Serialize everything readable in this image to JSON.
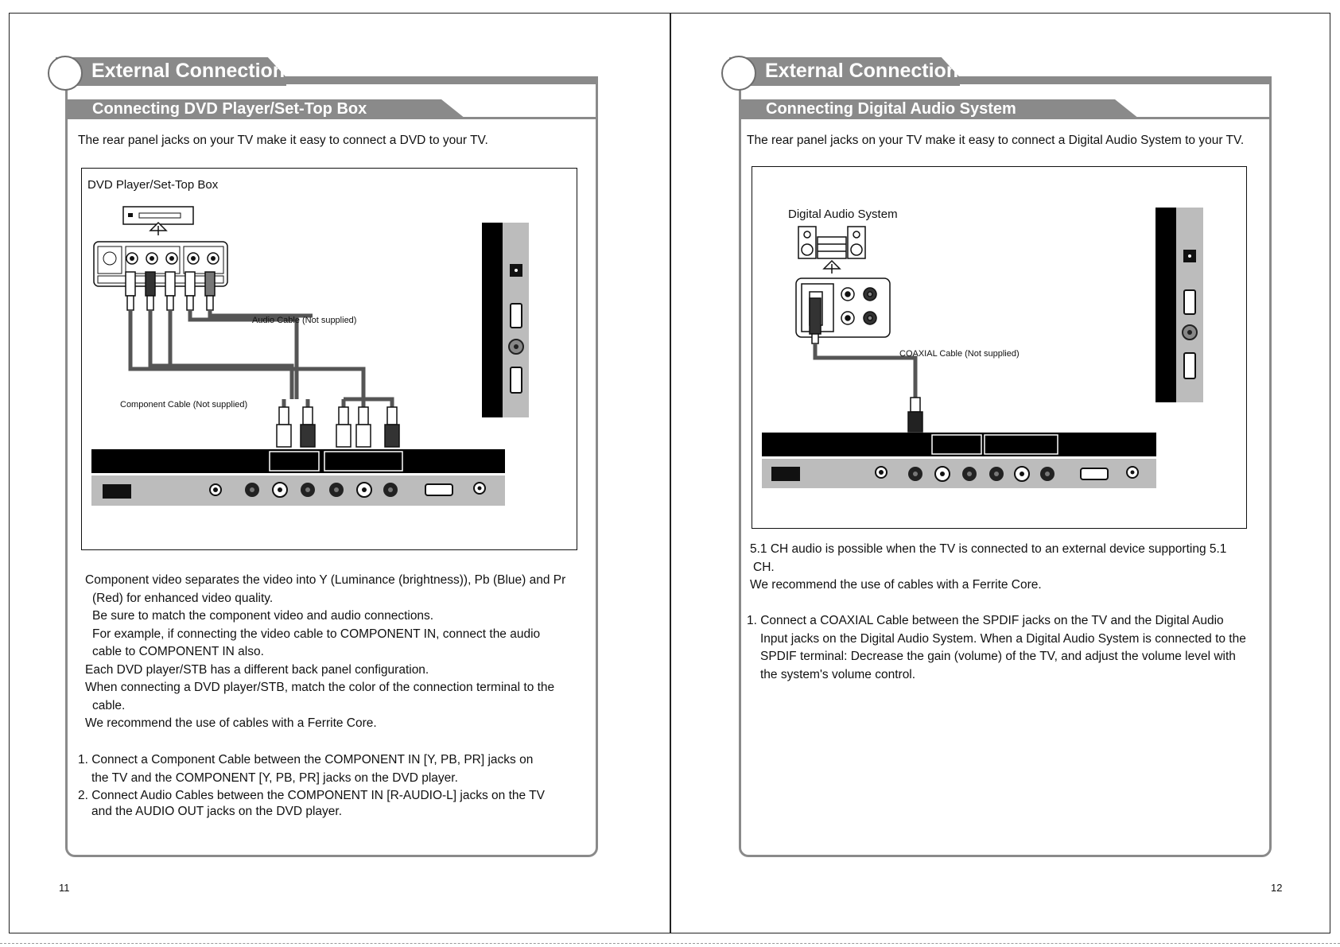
{
  "left_page": {
    "header_title": "External Connection",
    "subtitle": "Connecting   DVD Player/Set-Top Box",
    "intro": "The rear panel jacks on your TV make it easy to connect a DVD to your TV.",
    "diagram": {
      "device_label": "DVD Player/Set-Top Box",
      "audio_cable_label": "Audio Cable (Not supplied)",
      "component_cable_label": "Component Cable (Not supplied)"
    },
    "notes": [
      "Component video separates the video into Y (Luminance (brightness)), Pb (Blue) and Pr",
      "(Red) for enhanced video quality.",
      "Be sure to match the component video and audio connections.",
      "For example, if connecting the video cable to COMPONENT  IN, connect the audio",
      "cable to COMPONENT  IN also.",
      "Each DVD player/STB has a different back panel configuration.",
      "When connecting a DVD player/STB, match the color of the connection terminal to the",
      "cable.",
      "We recommend the use of cables with a Ferrite Core."
    ],
    "steps": [
      "1. Connect a Component Cable between the COMPONENT  IN  [Y, PB, PR] jacks on",
      "the TV and the COMPONENT [Y, PB, PR] jacks on the DVD player.",
      "2. Connect Audio Cables between the COMPONENT  IN [R-AUDIO-L] jacks on the TV",
      "and the AUDIO OUT jacks on the DVD player."
    ],
    "page_number": "11"
  },
  "right_page": {
    "header_title": "External Connection",
    "subtitle": "Connecting   Digital Audio System",
    "intro": "The rear panel jacks on your TV  make it easy to connect a Digital Audio System to your TV.",
    "diagram": {
      "device_label": "Digital Audio System",
      "cable_label": "COAXIAL Cable (Not supplied)"
    },
    "notes": [
      "5.1 CH audio is possible when the TV is connected to an external device supporting 5.1",
      "CH.",
      "We recommend the use of cables with a Ferrite Core."
    ],
    "steps": [
      "1. Connect a COAXIAL Cable between the SPDIF jacks on the TV and the Digital Audio",
      "Input  jacks on the Digital Audio System. When a Digital Audio System is connected to the",
      "SPDIF  terminal: Decrease the gain (volume) of the TV, and adjust the volume level with",
      "the system's volume control."
    ],
    "page_number": "12"
  }
}
